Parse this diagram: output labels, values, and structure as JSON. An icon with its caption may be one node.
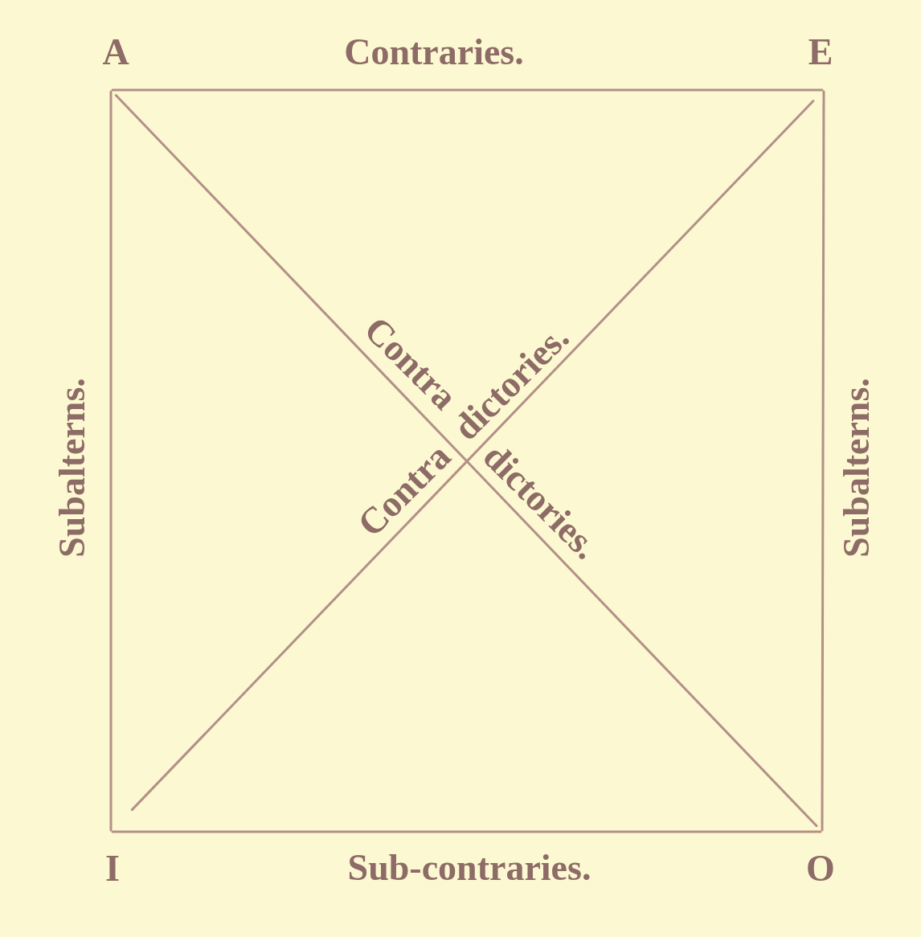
{
  "diagram": {
    "nodes": [
      {
        "text": [
          "A"
        ]
      },
      {
        "text": [
          "E"
        ]
      },
      {
        "text": [
          "I"
        ]
      },
      {
        "text": [
          "O"
        ]
      }
    ],
    "edges": [
      {
        "from": 0,
        "to": 1,
        "arrow": "none",
        "label": "Contraries."
      },
      {
        "from": 0,
        "to": 2,
        "arrow": "none",
        "label": "Subalterns."
      },
      {
        "from": 1,
        "to": 3,
        "arrow": "none",
        "label": "Subalterns."
      },
      {
        "from": 2,
        "to": 3,
        "arrow": "none",
        "label": "Sub-contraries."
      },
      {
        "from": 0,
        "to": 3,
        "arrow": "none"
      },
      {
        "from": 1,
        "to": 2,
        "arrow": "none"
      }
    ],
    "labels": [
      "Contra",
      "dictories.",
      "Contra",
      "dictories."
    ]
  }
}
